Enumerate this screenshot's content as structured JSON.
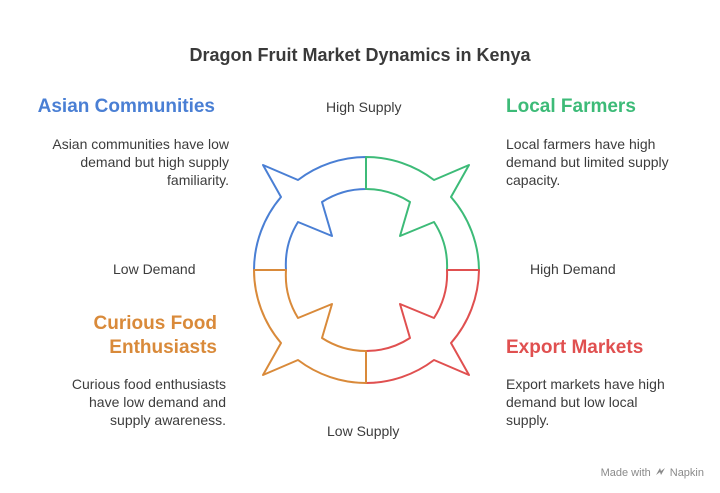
{
  "title": "Dragon Fruit Market Dynamics in Kenya",
  "axes": {
    "top": "High Supply",
    "bottom": "Low Supply",
    "left": "Low Demand",
    "right": "High Demand"
  },
  "quadrants": {
    "top_left": {
      "title": "Asian Communities",
      "description": [
        "Asian communities have low",
        "demand but high supply",
        "familiarity."
      ],
      "color": "#4a7fd4"
    },
    "top_right": {
      "title": "Local Farmers",
      "description": [
        "Local farmers have high",
        "demand but limited supply",
        "capacity."
      ],
      "color": "#3dbb78"
    },
    "bottom_left": {
      "title": [
        "Curious Food",
        "Enthusiasts"
      ],
      "description": [
        "Curious food enthusiasts",
        "have low demand and",
        "supply awareness."
      ],
      "color": "#d98a3a"
    },
    "bottom_right": {
      "title": "Export Markets",
      "description": [
        "Export markets have high",
        "demand but low local",
        "supply."
      ],
      "color": "#e05050"
    }
  },
  "branding": {
    "prefix": "Made with",
    "name": "Napkin",
    "icon": "napkin-logo-icon"
  }
}
